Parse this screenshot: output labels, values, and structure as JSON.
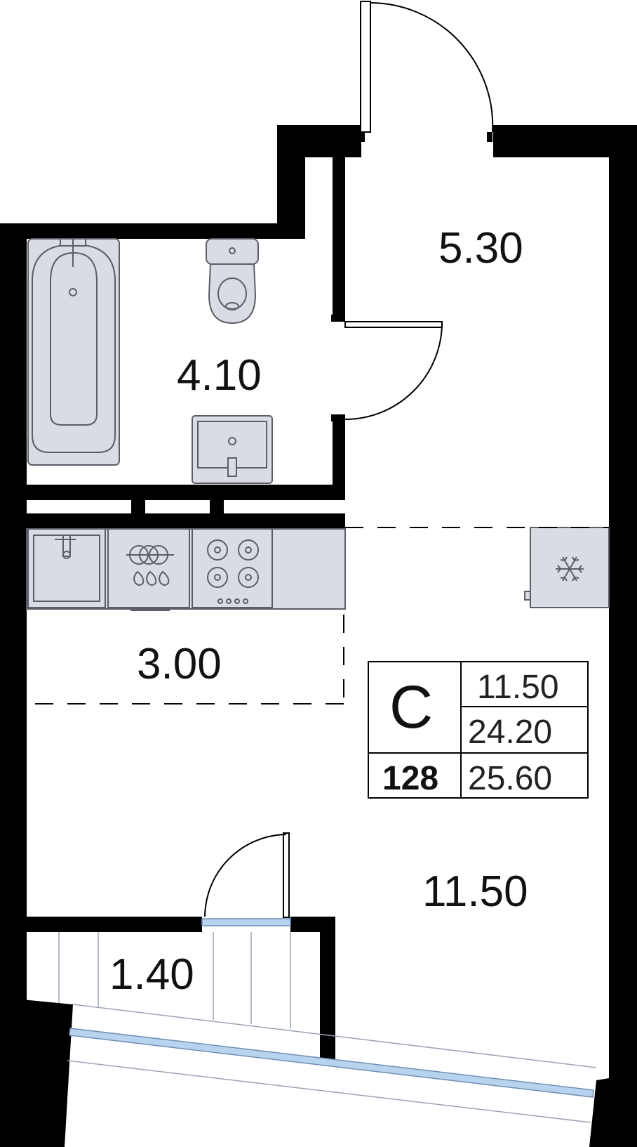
{
  "rooms": {
    "hall_area": "5.30",
    "bath_area": "4.10",
    "kitchen_area": "3.00",
    "living_area": "11.50",
    "balcony_area": "1.40"
  },
  "info_table": {
    "type_letter": "С",
    "living_area": "11.50",
    "total_area": "24.20",
    "apartment_number": "128",
    "total_with_balcony": "25.60"
  },
  "icons": {
    "freezer": "snowflake-icon"
  }
}
